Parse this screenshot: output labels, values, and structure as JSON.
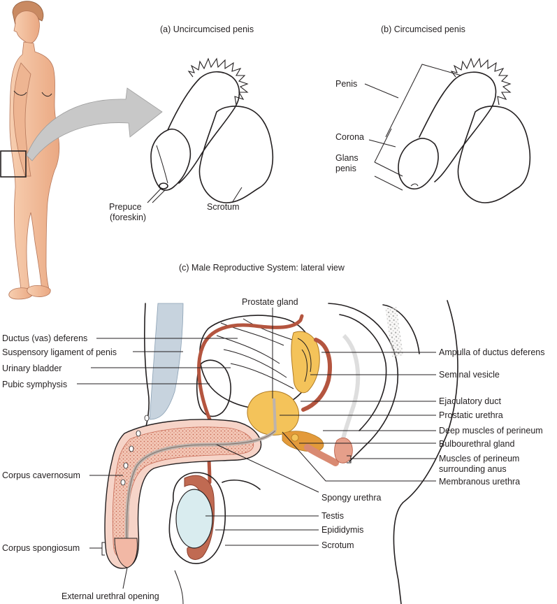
{
  "panels": {
    "a_title": "(a) Uncircumcised penis",
    "b_title": "(b) Circumcised penis",
    "c_title": "(c) Male Reproductive System: lateral view"
  },
  "panel_a_labels": {
    "prepuce_1": "Prepuce",
    "prepuce_2": "(foreskin)",
    "scrotum": "Scrotum"
  },
  "panel_b_labels": {
    "penis": "Penis",
    "corona": "Corona",
    "glans_1": "Glans",
    "glans_2": "penis"
  },
  "panel_c_left_labels": {
    "ductus": "Ductus (vas) deferens",
    "suspensory": "Suspensory ligament of penis",
    "bladder": "Urinary bladder",
    "pubic": "Pubic symphysis",
    "cavernosum": "Corpus cavernosum",
    "spongiosum": "Corpus spongiosum",
    "external_opening": "External urethral opening"
  },
  "panel_c_center_labels": {
    "prostate": "Prostate gland",
    "spongy_urethra": "Spongy urethra",
    "testis": "Testis",
    "epididymis": "Epididymis",
    "scrotum": "Scrotum"
  },
  "panel_c_right_labels": {
    "ampulla": "Ampulla of ductus deferens",
    "seminal": "Seminal vesicle",
    "ejaculatory": "Ejaculatory duct",
    "prostatic_urethra": "Prostatic urethra",
    "deep_muscles": "Deep muscles of perineum",
    "bulbourethral": "Bulbourethral gland",
    "muscles_anus_1": "Muscles of perineum",
    "muscles_anus_2": "surrounding anus",
    "membranous": "Membranous urethra"
  },
  "colors": {
    "skin": "#f4c3a1",
    "skin_shade": "#e9a57f",
    "hair": "#c98a62",
    "arrow": "#c8c8c8",
    "tissue_pink": "#f6d4c8",
    "tissue_pink_dark": "#dd8e78",
    "erectile_dot": "#c76a55",
    "duct_red": "#b4553f",
    "gland_yellow": "#f4c35a",
    "gland_orange": "#e39a3a",
    "bladder_grey": "#d8d9db",
    "ligament_blue": "#c7d3de",
    "testis_blue": "#d9ecef",
    "bone": "#e8e6e1",
    "ink": "#231f20"
  }
}
